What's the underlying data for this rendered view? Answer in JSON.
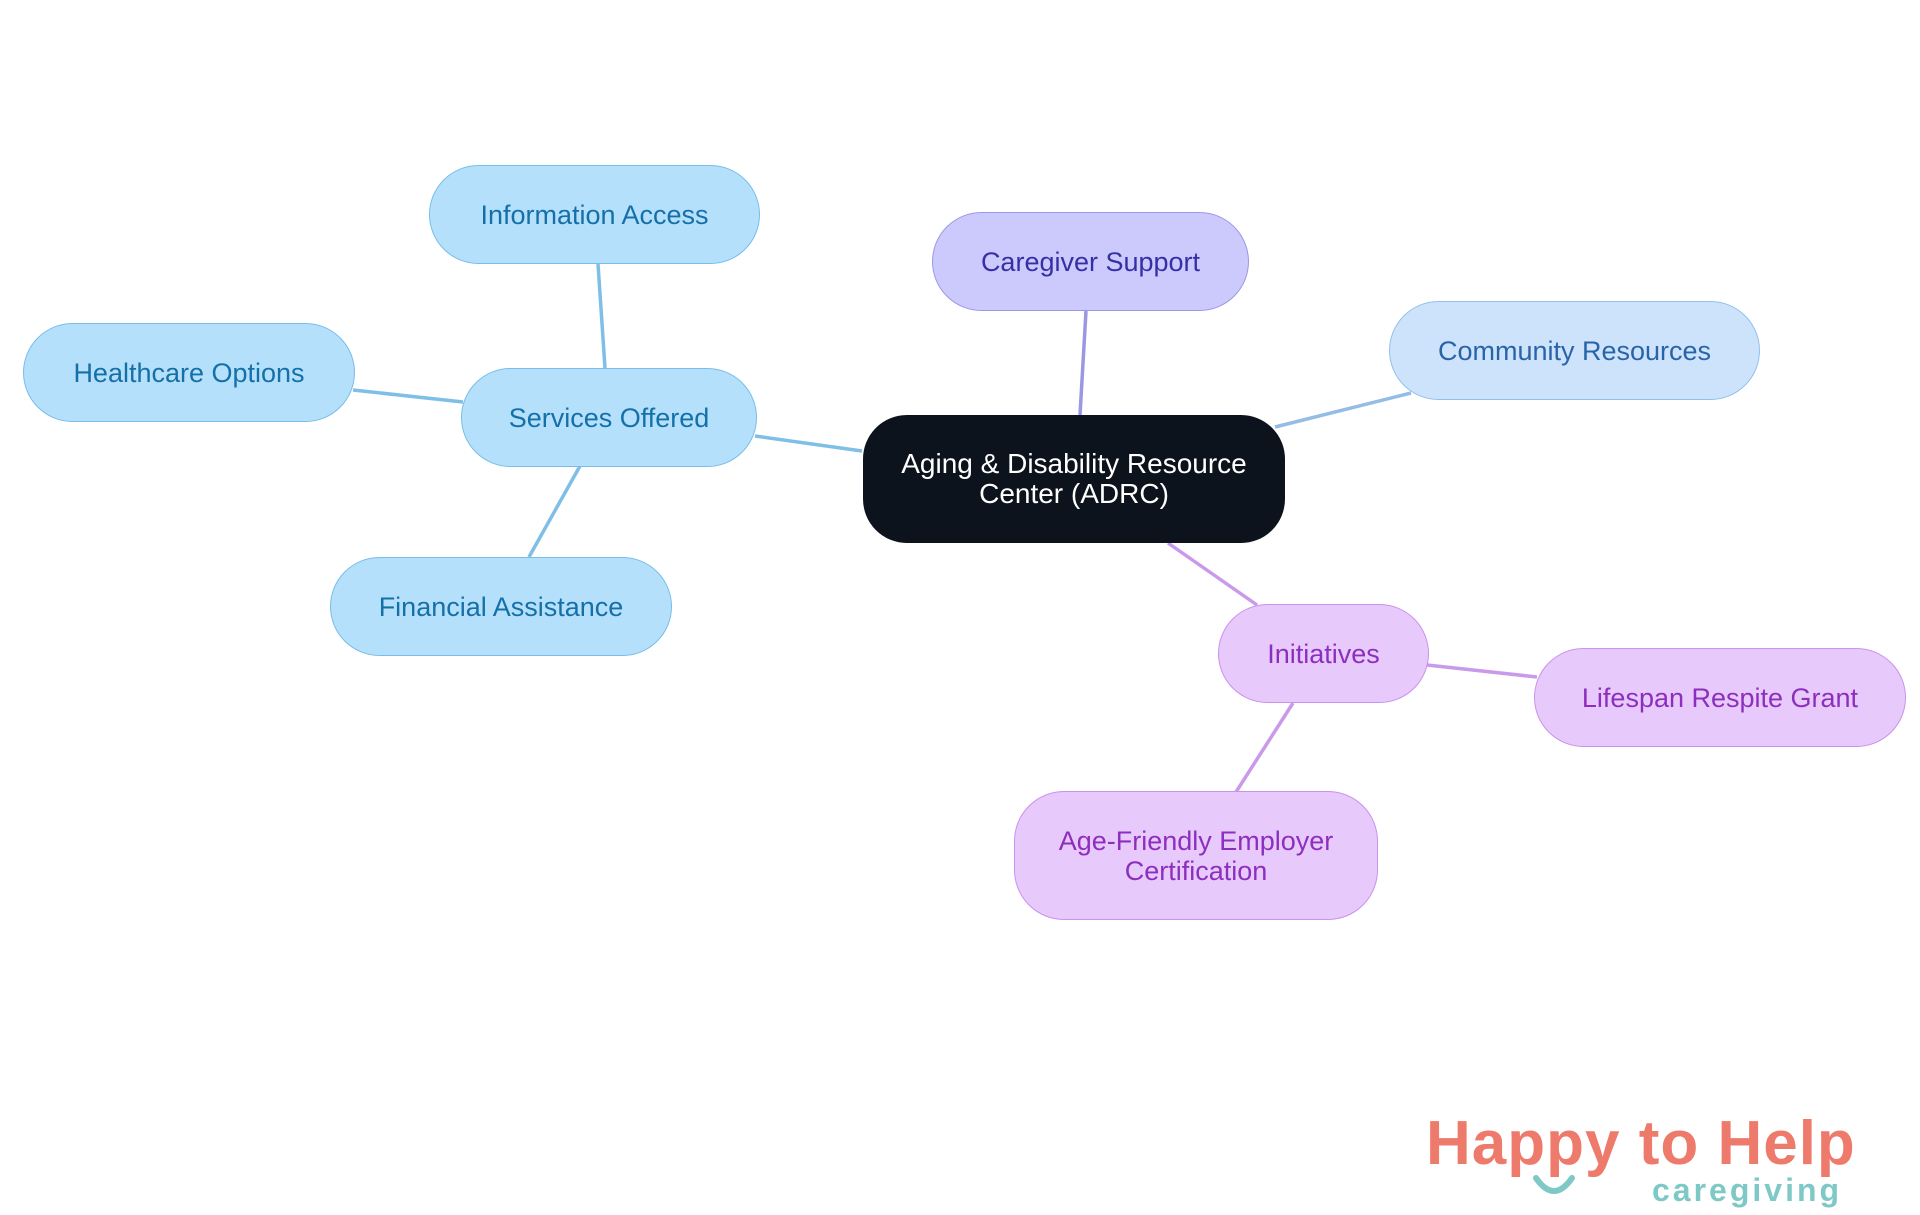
{
  "diagram": {
    "root": {
      "id": "root",
      "label": "Aging & Disability Resource\nCenter (ADRC)"
    },
    "branches": [
      {
        "id": "services",
        "label": "Services Offered",
        "color": "#7fbfe6",
        "children": [
          {
            "id": "info",
            "label": "Information Access"
          },
          {
            "id": "health",
            "label": "Healthcare Options"
          },
          {
            "id": "financial",
            "label": "Financial Assistance"
          }
        ]
      },
      {
        "id": "caregiver",
        "label": "Caregiver Support",
        "color": "#9b97e3",
        "children": []
      },
      {
        "id": "community",
        "label": "Community Resources",
        "color": "#94bde6",
        "children": []
      },
      {
        "id": "initiatives",
        "label": "Initiatives",
        "color": "#c99aeb",
        "children": [
          {
            "id": "respite",
            "label": "Lifespan Respite Grant"
          },
          {
            "id": "agefriendly",
            "label": "Age-Friendly Employer\nCertification"
          }
        ]
      }
    ]
  },
  "logo": {
    "title": "Happy to Help",
    "subtitle": "caregiving",
    "colors": {
      "title": "#ee7a6c",
      "subtitle": "#7ec9c7"
    }
  }
}
